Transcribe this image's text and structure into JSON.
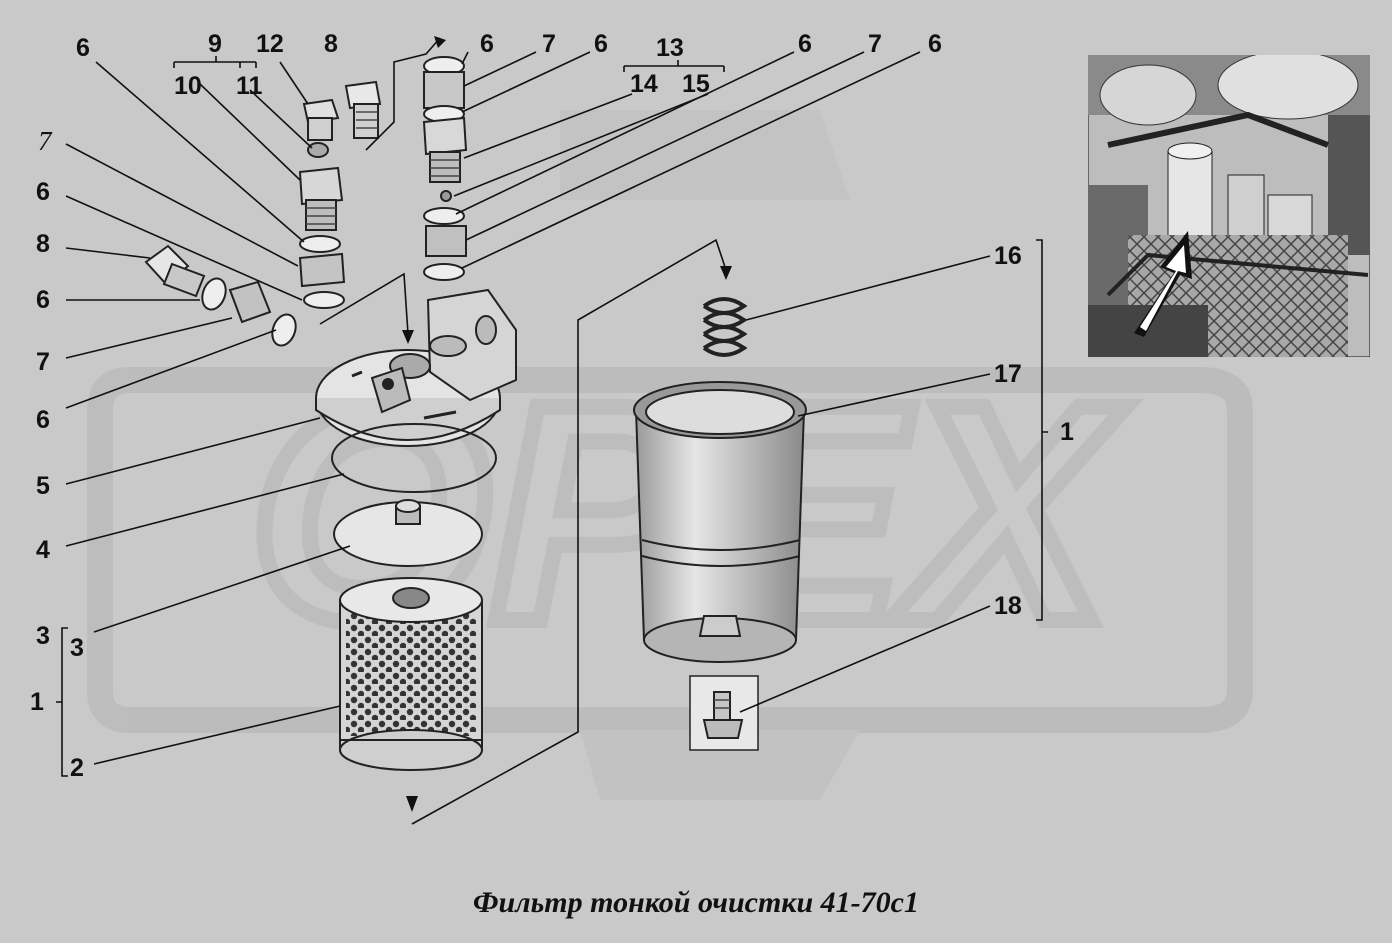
{
  "caption": "Фильтр тонкой очистки 41-70с1",
  "watermark": {
    "text": "OPEX",
    "color": "#b4b4b4"
  },
  "colors": {
    "background": "#c9c9c9",
    "line": "#111111",
    "part_fill": "#dedede"
  },
  "callouts": {
    "c6_a": "6",
    "c9": "9",
    "c12": "12",
    "c8_top": "8",
    "c6_b": "6",
    "c7_a": "7",
    "c6_c": "6",
    "c13": "13",
    "c6_d": "6",
    "c7_b": "7",
    "c6_e": "6",
    "c10": "10",
    "c11": "11",
    "c14": "14",
    "c15": "15",
    "c7_left": "7",
    "c6_left1": "6",
    "c8_left": "8",
    "c6_left2": "6",
    "c7_left2": "7",
    "c6_left3": "6",
    "c5": "5",
    "c4": "4",
    "c3_a": "3",
    "c3_b": "3",
    "c1_left": "1",
    "c2": "2",
    "c16": "16",
    "c17": "17",
    "c1_right": "1",
    "c18": "18"
  },
  "photo_inset": {
    "description_icon": "engine-photo",
    "arrow_icon": "pointer-arrow"
  }
}
